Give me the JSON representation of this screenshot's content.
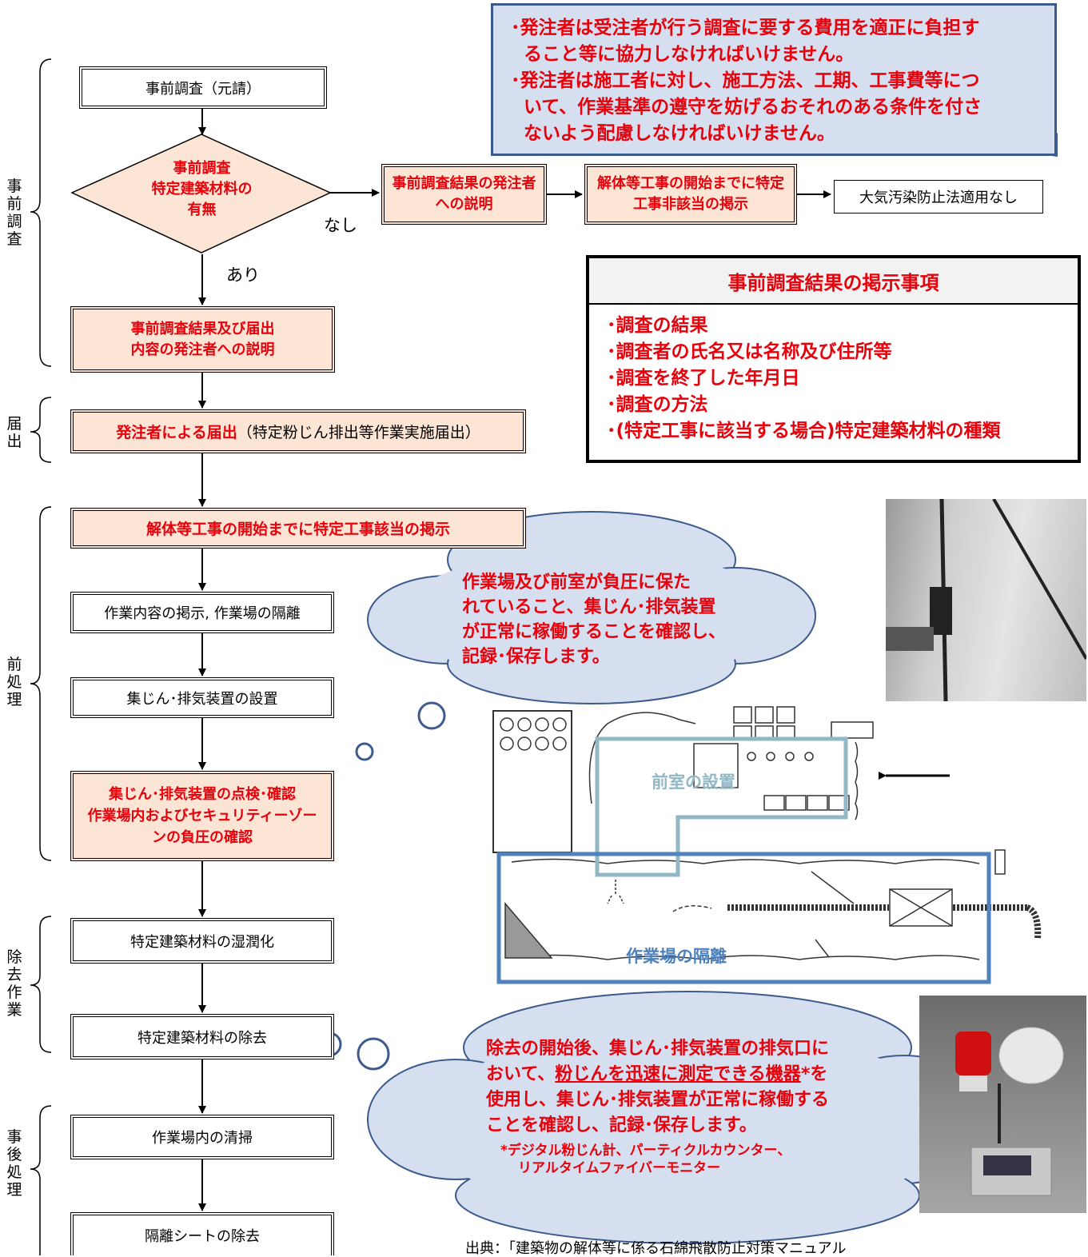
{
  "phases": {
    "pre_survey": "事前調査",
    "notification": "届出",
    "pretreatment": "前処理",
    "removal": "除去作業",
    "post_treatment": "事後処理"
  },
  "flow": {
    "survey_box": "事前調査（元請）",
    "decision_line1": "事前調査",
    "decision_line2": "特定建築材料の",
    "decision_line3": "有無",
    "label_no": "なし",
    "label_yes": "あり",
    "no_step1": "事前調査結果の発注者への説明",
    "no_step2": "解体等工事の開始までに特定工事非該当の掲示",
    "no_result": "大気汚染防止法適用なし",
    "yes_explain_line1": "事前調査結果及び届出",
    "yes_explain_line2": "内容の発注者への説明",
    "notify_red": "発注者による届出",
    "notify_black": "（特定粉じん排出等作業実施届出）",
    "posting": "解体等工事の開始までに特定工事該当の掲示",
    "step_isolation": "作業内容の掲示, 作業場の隔離",
    "step_install": "集じん･排気装置の設置",
    "inspect_line1": "集じん･排気装置の点検･確認",
    "inspect_line2": "作業場内およびセキュリティーゾー",
    "inspect_line3": "ンの負圧の確認",
    "step_wet": "特定建築材料の湿潤化",
    "step_remove": "特定建築材料の除去",
    "step_clean": "作業場内の清掃",
    "step_sheet": "隔離シートの除去"
  },
  "callout": {
    "line1": "･発注者は受注者が行う調査に要する費用を適正に負担す",
    "line2": "ること等に協力しなければいけません。",
    "line3": "･発注者は施工者に対し、施工方法、工期、工事費等につ",
    "line4": "いて、作業基準の遵守を妨げるおそれのある条件を付さ",
    "line5": "ないよう配慮しなければいけません。"
  },
  "posting_items": {
    "title": "事前調査結果の掲示事項",
    "items": [
      "･調査の結果",
      "･調査者の氏名又は名称及び住所等",
      "･調査を終了した年月日",
      "･調査の方法",
      "･(特定工事に該当する場合)特定建築材料の種類"
    ]
  },
  "cloud1": {
    "line1": "作業場及び前室が負圧に保た",
    "line2": "れていること、集じん･排気装置",
    "line3": "が正常に稼働することを確認し、",
    "line4": "記録･保存します。"
  },
  "cloud2": {
    "line1": "除去の開始後、集じん･排気装置の排気口に",
    "line2a": "おいて、",
    "line2b": "粉じんを迅速に測定できる機器",
    "line2c": "*を",
    "line3": "使用し、集じん･排気装置が正常に稼働する",
    "line4": "ことを確認し、記録･保存します。",
    "note1": "*デジタル粉じん計、パーティクルカウンター、",
    "note2": "リアルタイムファイバーモニター"
  },
  "diagram": {
    "anteroom_label": "前室の設置",
    "isolation_label": "作業場の隔離"
  },
  "source_note": "出典：「建築物の解体等に係る石綿飛散防止対策マニュアル"
}
